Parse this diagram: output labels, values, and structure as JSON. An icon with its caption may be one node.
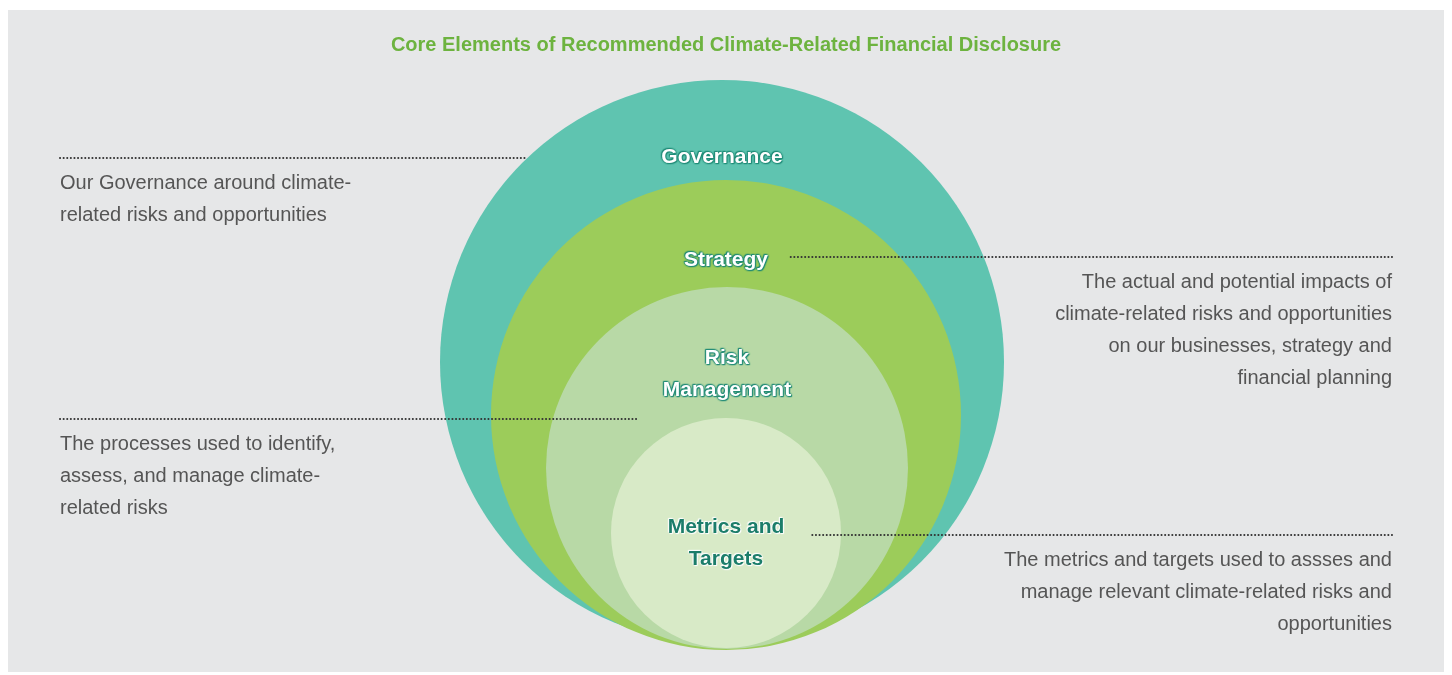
{
  "diagram": {
    "title": "Core Elements of Recommended Climate-Related Financial Disclosure",
    "nodes": [
      {
        "text": [
          "Governance"
        ]
      },
      {
        "text": [
          "Strategy"
        ],
        "in": 0
      },
      {
        "text": [
          "Risk Management"
        ],
        "in": 1
      },
      {
        "text": [
          "Metrics and Targets"
        ],
        "in": 2
      },
      {
        "text": [
          "Our Governance around climate-related risks and opportunities"
        ]
      },
      {
        "text": [
          "The actual and potential impacts of climate-related risks and opportunities on our businesses, strategy and financial planning"
        ]
      },
      {
        "text": [
          "The processes used to identify, assess, and manage climate-related risks"
        ]
      },
      {
        "text": [
          "The metrics and targets used to assses and manage relevant climate-related risks and opportunities"
        ]
      }
    ],
    "edges": [
      {
        "from": 4,
        "to": 0,
        "arrow": "none"
      },
      {
        "from": 5,
        "to": 1,
        "arrow": "none"
      },
      {
        "from": 6,
        "to": 2,
        "arrow": "none"
      },
      {
        "from": 7,
        "to": 3,
        "arrow": "none"
      }
    ]
  }
}
